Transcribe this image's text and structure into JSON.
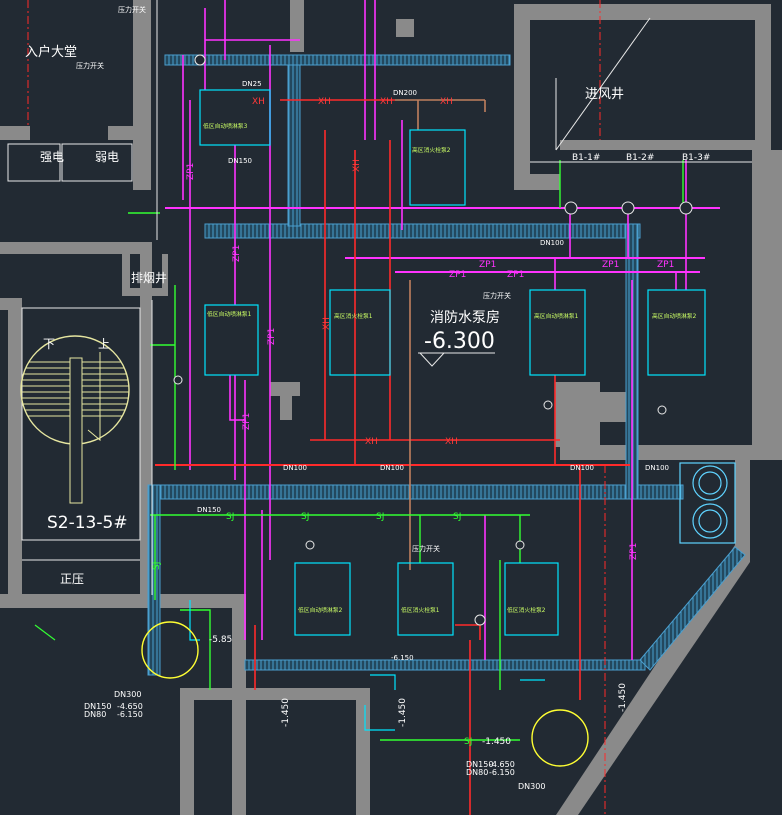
{
  "labels": {
    "lobby": "入户大堂",
    "strong_electric": "强电",
    "weak_electric": "弱电",
    "smoke_exhaust_shaft": "排烟井",
    "stair_down": "下",
    "stair_up": "上",
    "stair_id": "S2-13-5#",
    "pressurization": "正压",
    "air_intake_shaft": "进风井",
    "pump_room": "消防水泵房",
    "pump_room_elevation": "-6.300"
  },
  "shafts": [
    "B1-1#",
    "B1-2#",
    "B1-3#"
  ],
  "equipment": [
    "低区自动喷淋泵3",
    "高区消火栓泵2",
    "高区消火栓泵1",
    "低区自动喷淋泵1",
    "高区自动喷淋泵1",
    "高区自动喷淋泵2",
    "低区自动喷淋泵2",
    "低区消火栓泵1",
    "低区消火栓泵2"
  ],
  "pipe_codes": {
    "zp": "ZP1",
    "xh": "XH",
    "sj": "SJ"
  },
  "pipe_sizes": {
    "dn25": "DN25",
    "dn80": "DN80",
    "dn100": "DN100",
    "dn150": "DN150",
    "dn200": "DN200",
    "dn300": "DN300"
  },
  "elevations": {
    "e_4650": "-4.650",
    "e_6150": "-6.150",
    "e_1450": "-1.450",
    "e_585": "-5.85"
  },
  "notes": {
    "pressure_switch": "压力开关"
  },
  "colors": {
    "background": "#222a33",
    "wall": "#8a8a8a",
    "zp": "#ff33ff",
    "xh": "#ff2a2a",
    "brown": "#c0805e",
    "sj": "#33ff33",
    "cyan": "#00e5ff",
    "tray": "#4a9fcf",
    "white": "#e8e8e8",
    "yellow": "#ffff33",
    "stair": "#e6e6a0"
  }
}
